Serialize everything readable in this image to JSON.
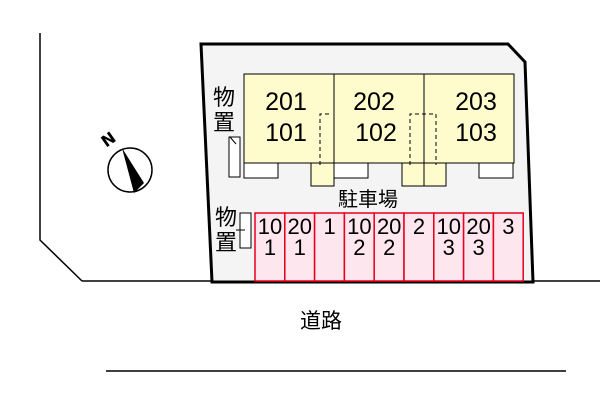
{
  "site": {
    "units": [
      {
        "upper": "201",
        "lower": "101"
      },
      {
        "upper": "202",
        "lower": "102"
      },
      {
        "upper": "203",
        "lower": "103"
      }
    ],
    "storage_label_1": "物置",
    "storage_label_2": "物置",
    "parking_label": "駐車場",
    "parking_spaces": [
      "101",
      "201",
      "1",
      "102",
      "202",
      "2",
      "103",
      "203",
      "3"
    ],
    "road_label": "道路",
    "compass_label": "N"
  },
  "colors": {
    "building": "#fefccd",
    "parking": "#fde6ee",
    "parking_border": "#e8001c",
    "lot": "#f4f4f4"
  }
}
